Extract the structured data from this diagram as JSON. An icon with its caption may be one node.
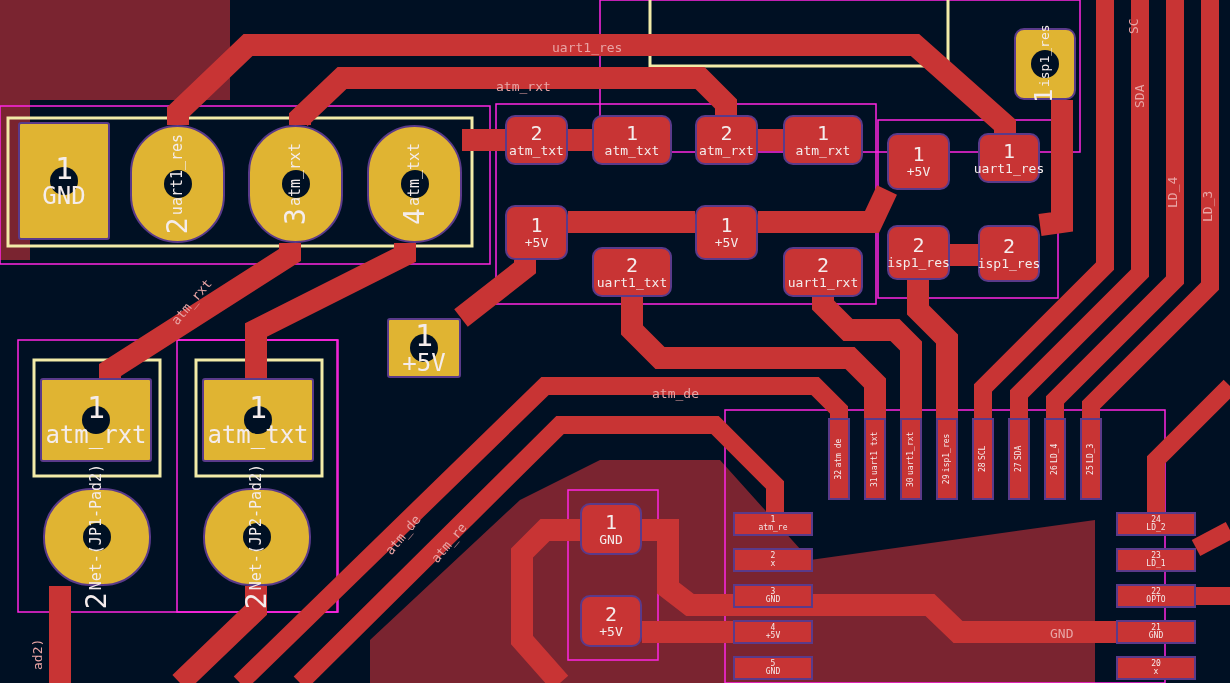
{
  "diagram": {
    "nodes": [
      {
        "text": [
          "1",
          "GND"
        ]
      },
      {
        "text": [
          "2",
          "uart1_res"
        ]
      },
      {
        "text": [
          "3",
          "atm_rxt"
        ]
      },
      {
        "text": [
          "4",
          "atm_txt"
        ]
      },
      {
        "text": [
          "2",
          "atm_txt"
        ]
      },
      {
        "text": [
          "1",
          "atm_txt"
        ]
      },
      {
        "text": [
          "2",
          "atm_rxt"
        ]
      },
      {
        "text": [
          "1",
          "atm_rxt"
        ]
      },
      {
        "text": [
          "1",
          "+5V"
        ]
      },
      {
        "text": [
          "1",
          "uart1_res"
        ]
      },
      {
        "text": [
          "1",
          "+5V"
        ]
      },
      {
        "text": [
          "1",
          "+5V"
        ]
      },
      {
        "text": [
          "2",
          "uart1_txt"
        ]
      },
      {
        "text": [
          "2",
          "uart1_rxt"
        ]
      },
      {
        "text": [
          "2",
          "isp1_res"
        ]
      },
      {
        "text": [
          "2",
          "isp1_res"
        ]
      },
      {
        "text": [
          "1",
          "isp1_res"
        ]
      },
      {
        "text": [
          "1",
          "+5V"
        ]
      },
      {
        "text": [
          "1",
          "atm_rxt"
        ]
      },
      {
        "text": [
          "1",
          "atm_txt"
        ]
      },
      {
        "text": [
          "2",
          "Net-(JP1-Pad2)"
        ]
      },
      {
        "text": [
          "2",
          "Net-(JP2-Pad2)"
        ]
      },
      {
        "text": [
          "1",
          "GND"
        ]
      },
      {
        "text": [
          "2",
          "+5V"
        ]
      },
      {
        "text": [
          "32",
          "atm de"
        ]
      },
      {
        "text": [
          "31",
          "uart1 txt"
        ]
      },
      {
        "text": [
          "30",
          "uart1_rxt"
        ]
      },
      {
        "text": [
          "29",
          "isp1_res"
        ]
      },
      {
        "text": [
          "28",
          "SCL"
        ]
      },
      {
        "text": [
          "27",
          "SDA"
        ]
      },
      {
        "text": [
          "26",
          "LD_4"
        ]
      },
      {
        "text": [
          "25",
          "LD_3"
        ]
      },
      {
        "text": [
          "1",
          "atm_re"
        ]
      },
      {
        "text": [
          "2",
          "x"
        ]
      },
      {
        "text": [
          "3",
          "GND"
        ]
      },
      {
        "text": [
          "4",
          "+5V"
        ]
      },
      {
        "text": [
          "5",
          "GND"
        ]
      },
      {
        "text": [
          "24",
          "LD_2"
        ]
      },
      {
        "text": [
          "23",
          "LD_1"
        ]
      },
      {
        "text": [
          "22",
          "OPTO"
        ]
      },
      {
        "text": [
          "21",
          "GND"
        ]
      },
      {
        "text": [
          "20",
          "x"
        ]
      }
    ],
    "edges": [
      {
        "from": 3,
        "to": 4,
        "arrow": "none"
      },
      {
        "from": 4,
        "to": 5,
        "arrow": "none"
      },
      {
        "from": 6,
        "to": 7,
        "arrow": "none"
      },
      {
        "from": 2,
        "to": 6,
        "arrow": "none"
      },
      {
        "from": 1,
        "to": 9,
        "arrow": "none"
      },
      {
        "from": 2,
        "to": 18,
        "arrow": "none"
      },
      {
        "from": 3,
        "to": 19,
        "arrow": "none"
      },
      {
        "from": 10,
        "to": 11,
        "arrow": "none"
      },
      {
        "from": 11,
        "to": 8,
        "arrow": "none"
      },
      {
        "from": 10,
        "to": 17,
        "arrow": "none"
      },
      {
        "from": 14,
        "to": 15,
        "arrow": "none"
      },
      {
        "from": 15,
        "to": 16,
        "arrow": "none"
      },
      {
        "from": 12,
        "to": 25,
        "arrow": "none"
      },
      {
        "from": 13,
        "to": 26,
        "arrow": "none"
      },
      {
        "from": 14,
        "to": 27,
        "arrow": "none"
      },
      {
        "from": 24,
        "to": null,
        "arrow": "none"
      },
      {
        "from": 32,
        "to": null,
        "arrow": "none"
      },
      {
        "from": 28,
        "to": null,
        "arrow": "none"
      },
      {
        "from": 29,
        "to": null,
        "arrow": "none"
      },
      {
        "from": 30,
        "to": null,
        "arrow": "none"
      },
      {
        "from": 31,
        "to": null,
        "arrow": "none"
      },
      {
        "from": 22,
        "to": 40,
        "arrow": "none"
      },
      {
        "from": 22,
        "to": null,
        "arrow": "none"
      },
      {
        "from": 23,
        "to": 35,
        "arrow": "none"
      },
      {
        "from": 20,
        "to": null,
        "arrow": "none"
      },
      {
        "from": 21,
        "to": null,
        "arrow": "none"
      },
      {
        "from": 37,
        "to": null,
        "arrow": "none"
      },
      {
        "from": 38,
        "to": null,
        "arrow": "none"
      },
      {
        "from": 39,
        "to": null,
        "arrow": "none"
      }
    ],
    "labels": [
      "SC",
      "uart1_res",
      "SDA",
      "atm_rxt",
      "LD_4",
      "LD_3",
      "atm_rxt",
      "atm_de",
      "atm_de",
      "atm_re",
      "GND",
      "ad2)"
    ]
  }
}
